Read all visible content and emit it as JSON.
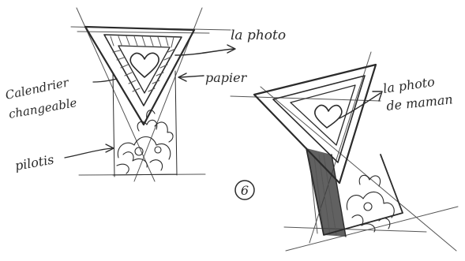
{
  "annotations": {
    "photo_left": "la photo",
    "papier": "papier",
    "calendrier_line1": "Calendrier",
    "calendrier_line2": "changeable",
    "pilotis": "pilotis",
    "photo_right_line1": "la photo",
    "photo_right_line2": "de maman",
    "figure_number": "6"
  },
  "colors": {
    "ink": "#2b2b2b",
    "paper": "#ffffff",
    "shade": "#3a3a3a"
  }
}
